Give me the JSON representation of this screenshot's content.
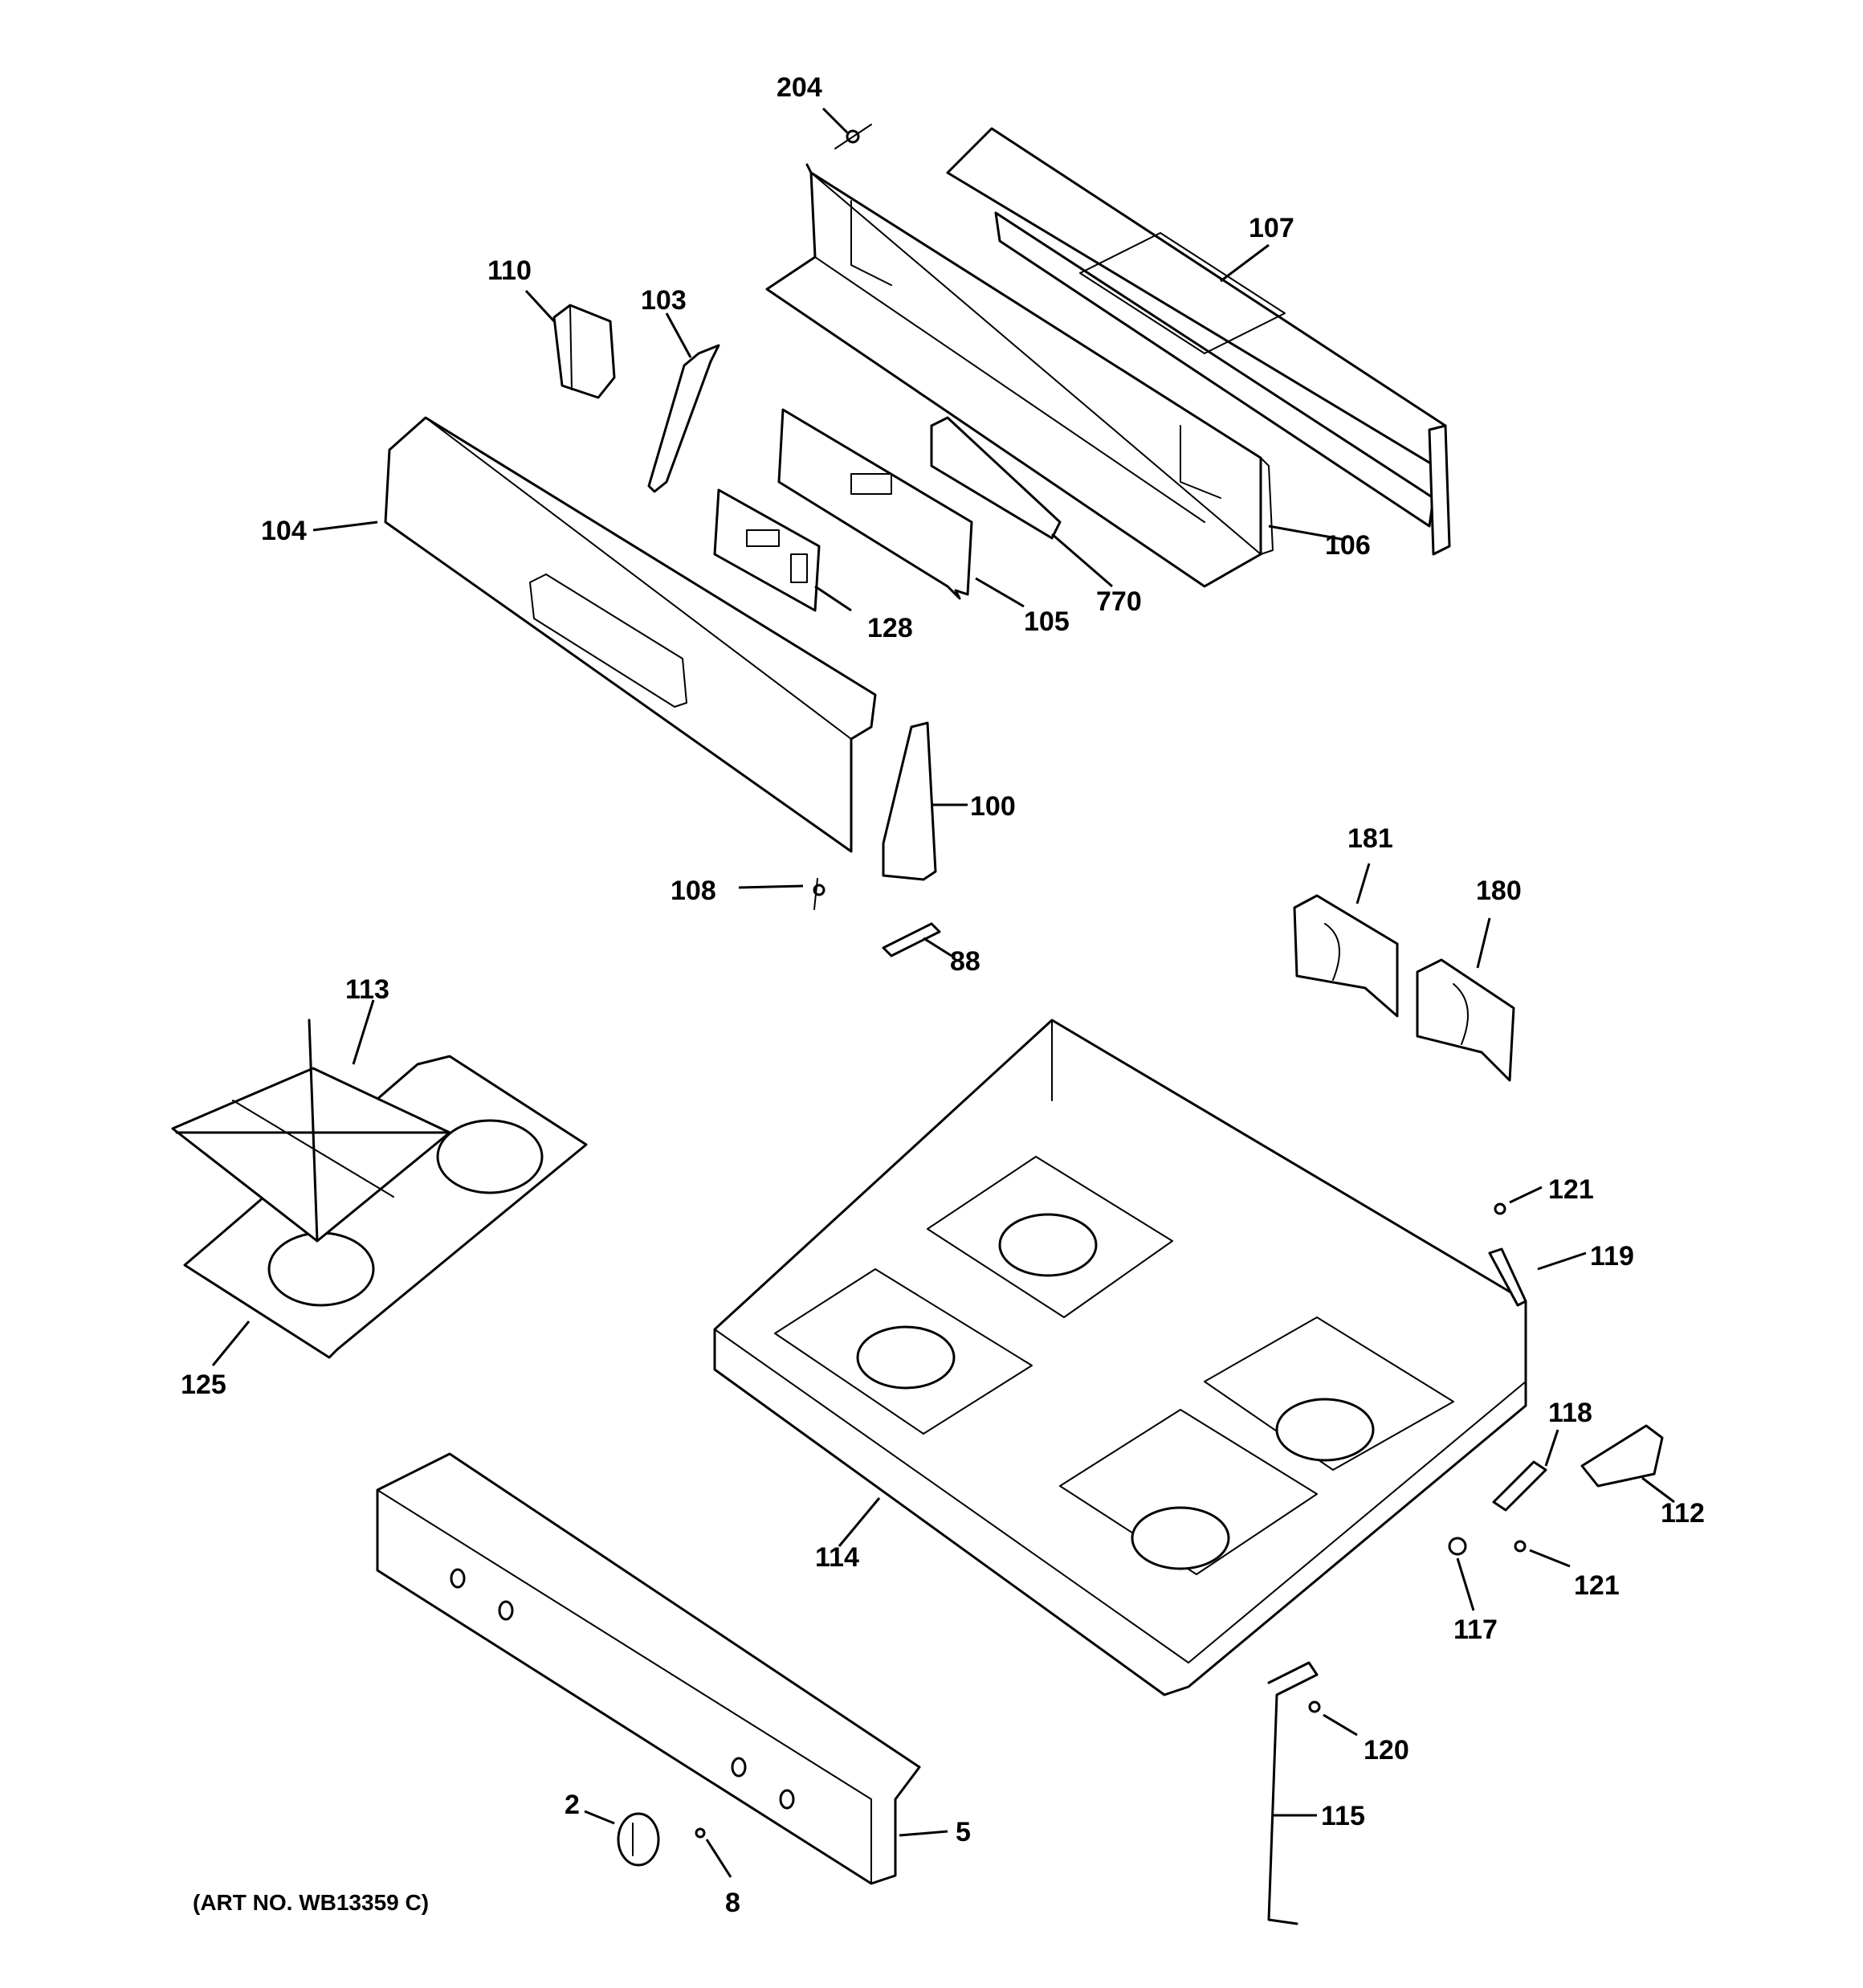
{
  "labels": {
    "204": "204",
    "107": "107",
    "110": "110",
    "103": "103",
    "104": "104",
    "106": "106",
    "128": "128",
    "105": "105",
    "770": "770",
    "100": "100",
    "108": "108",
    "88": "88",
    "181": "181",
    "180": "180",
    "113": "113",
    "121a": "121",
    "119": "119",
    "125": "125",
    "118": "118",
    "112": "112",
    "114": "114",
    "121b": "121",
    "117": "117",
    "120": "120",
    "115": "115",
    "2": "2",
    "5": "5",
    "8": "8"
  },
  "art_number": "(ART NO. WB13359 C)"
}
